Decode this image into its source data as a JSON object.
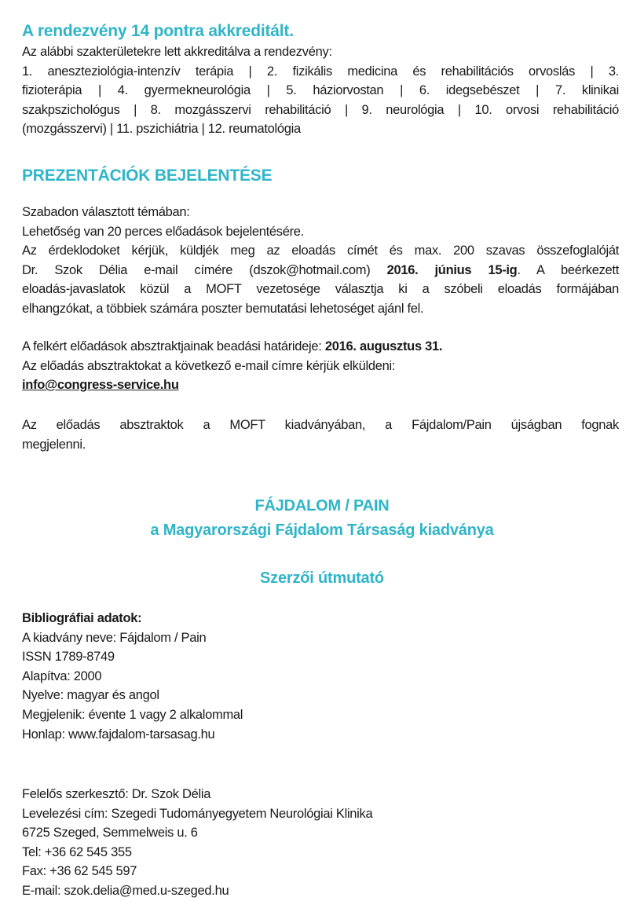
{
  "accreditation": {
    "title": "A rendezvény 14 pontra akkreditált.",
    "intro": "Az alábbi szakterületekre lett akkreditálva a rendezvény:",
    "lines": [
      "1. aneszteziológia-intenzív terápia | 2. fizikális medicina és rehabilitációs orvoslás | 3.",
      "fizioterápia | 4. gyermekneurológia | 5. háziorvostan | 6. idegsebészet | 7. klinikai",
      "szakpszichológus | 8. mozgásszervi rehabilitáció | 9. neurológia | 10. orvosi rehabilitáció",
      "(mozgásszervi) | 11. pszichiátria | 12. reumatológia"
    ]
  },
  "presentations": {
    "title": "PREZENTÁCIÓK BEJELENTÉSE",
    "l1": "Szabadon választott témában:",
    "l2": "Lehetőség van 20 perces előadások bejelentésére.",
    "l3": "Az érdeklodoket kérjük, küldjék meg az eloadás címét és max. 200 szavas összefoglalóját",
    "l4a": "Dr. Szok Délia e-mail címére (dszok@hotmail.com) ",
    "l4b": "2016. június 15-ig",
    "l4c": ". A beérkezett",
    "l5": "eloadás-javaslatok közül a MOFT vezetosége választja ki a szóbeli eloadás formájában",
    "l6": "elhangzókat, a többiek számára poszter bemutatási lehetoséget ajánl fel.",
    "d1a": "A felkért előadások absztraktjainak beadási határideje: ",
    "d1b": "2016. augusztus 31.",
    "d2": "Az előadás absztraktokat a következő e-mail címre kérjük elküldeni:",
    "email": "info@congress-service.hu",
    "p1": "Az előadás absztraktok a MOFT kiadványában, a Fájdalom/Pain újságban fognak",
    "p2": "megjelenni."
  },
  "journal": {
    "title1": "FÁJDALOM / PAIN",
    "title2": "a Magyarországi Fájdalom Társaság kiadványa",
    "title3": "Szerzői útmutató",
    "biblio_heading": "Bibliográfiai adatok:",
    "biblio": [
      "A kiadvány neve: Fájdalom / Pain",
      "ISSN 1789-8749",
      "Alapítva: 2000",
      "Nyelve: magyar és angol",
      "Megjelenik: évente 1 vagy 2 alkalommal",
      "Honlap: www.fajdalom-tarsasag.hu"
    ],
    "contact": [
      "Felelős szerkesztő: Dr. Szok Délia",
      "Levelezési cím: Szegedi Tudományegyetem Neurológiai Klinika",
      "6725 Szeged, Semmelweis u. 6",
      "Tel: +36 62 545 355",
      "Fax: +36 62 545 597",
      "E-mail: szok.delia@med.u-szeged.hu"
    ]
  }
}
